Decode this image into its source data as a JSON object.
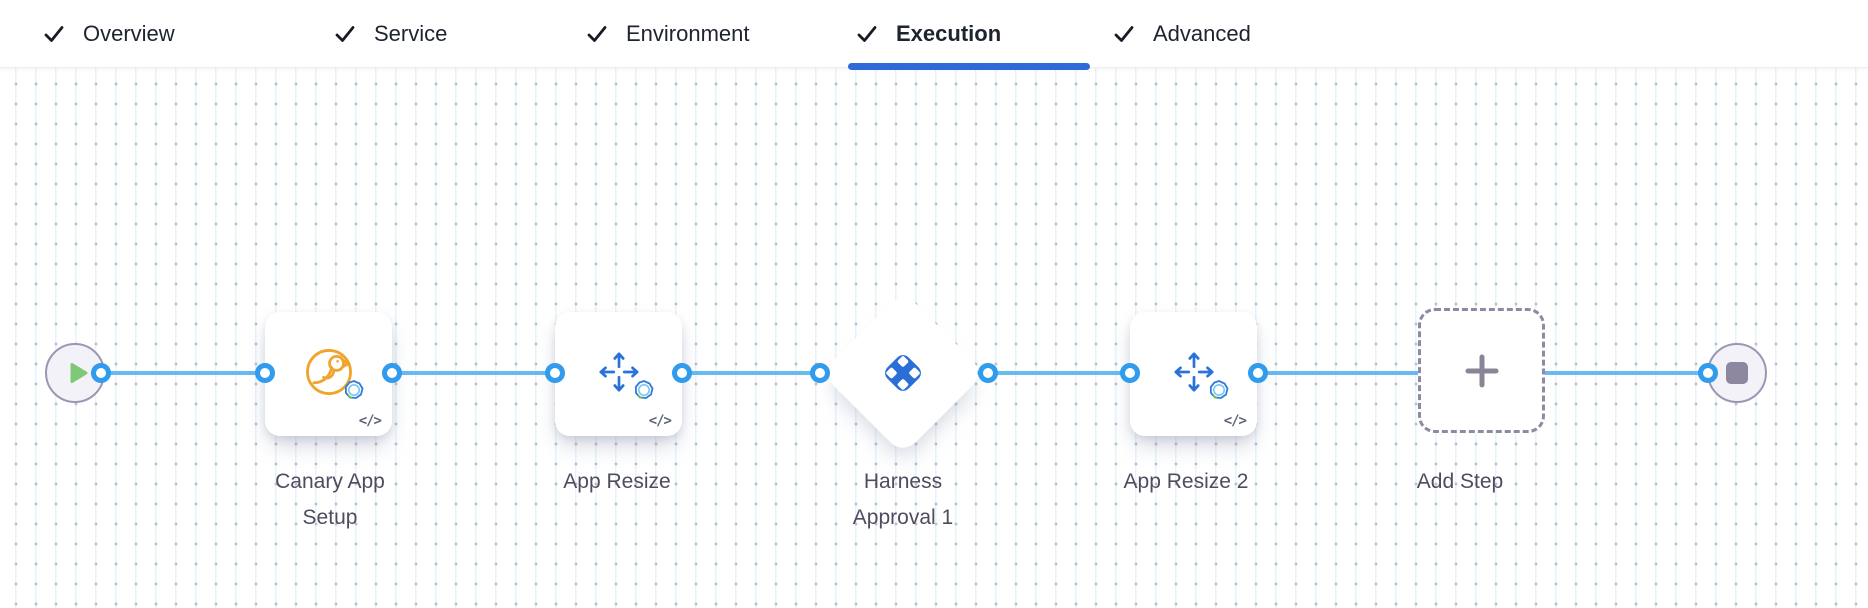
{
  "header": {
    "tabs": [
      {
        "label": "Overview",
        "checked": true,
        "active": false
      },
      {
        "label": "Service",
        "checked": true,
        "active": false
      },
      {
        "label": "Environment",
        "checked": true,
        "active": false
      },
      {
        "label": "Execution",
        "checked": true,
        "active": true
      },
      {
        "label": "Advanced",
        "checked": true,
        "active": false
      }
    ]
  },
  "pipeline": {
    "steps": [
      {
        "label": "Canary App Setup",
        "icon": "canary-icon"
      },
      {
        "label": "App Resize",
        "icon": "resize-arrows-icon"
      },
      {
        "label": "Harness Approval 1",
        "icon": "harness-logo-icon"
      },
      {
        "label": "App Resize 2",
        "icon": "resize-arrows-icon"
      }
    ],
    "add_step_label": "Add Step",
    "code_badge": "</>"
  },
  "colors": {
    "accent_blue": "#2f6bd8",
    "line_blue": "#69b9f2",
    "port_blue": "#319bee",
    "canary_orange": "#f0a42c",
    "play_green": "#7fc878",
    "node_gray_purple": "#9c96b5",
    "label_text": "#4f4c5e",
    "tab_text": "#1e2330"
  }
}
